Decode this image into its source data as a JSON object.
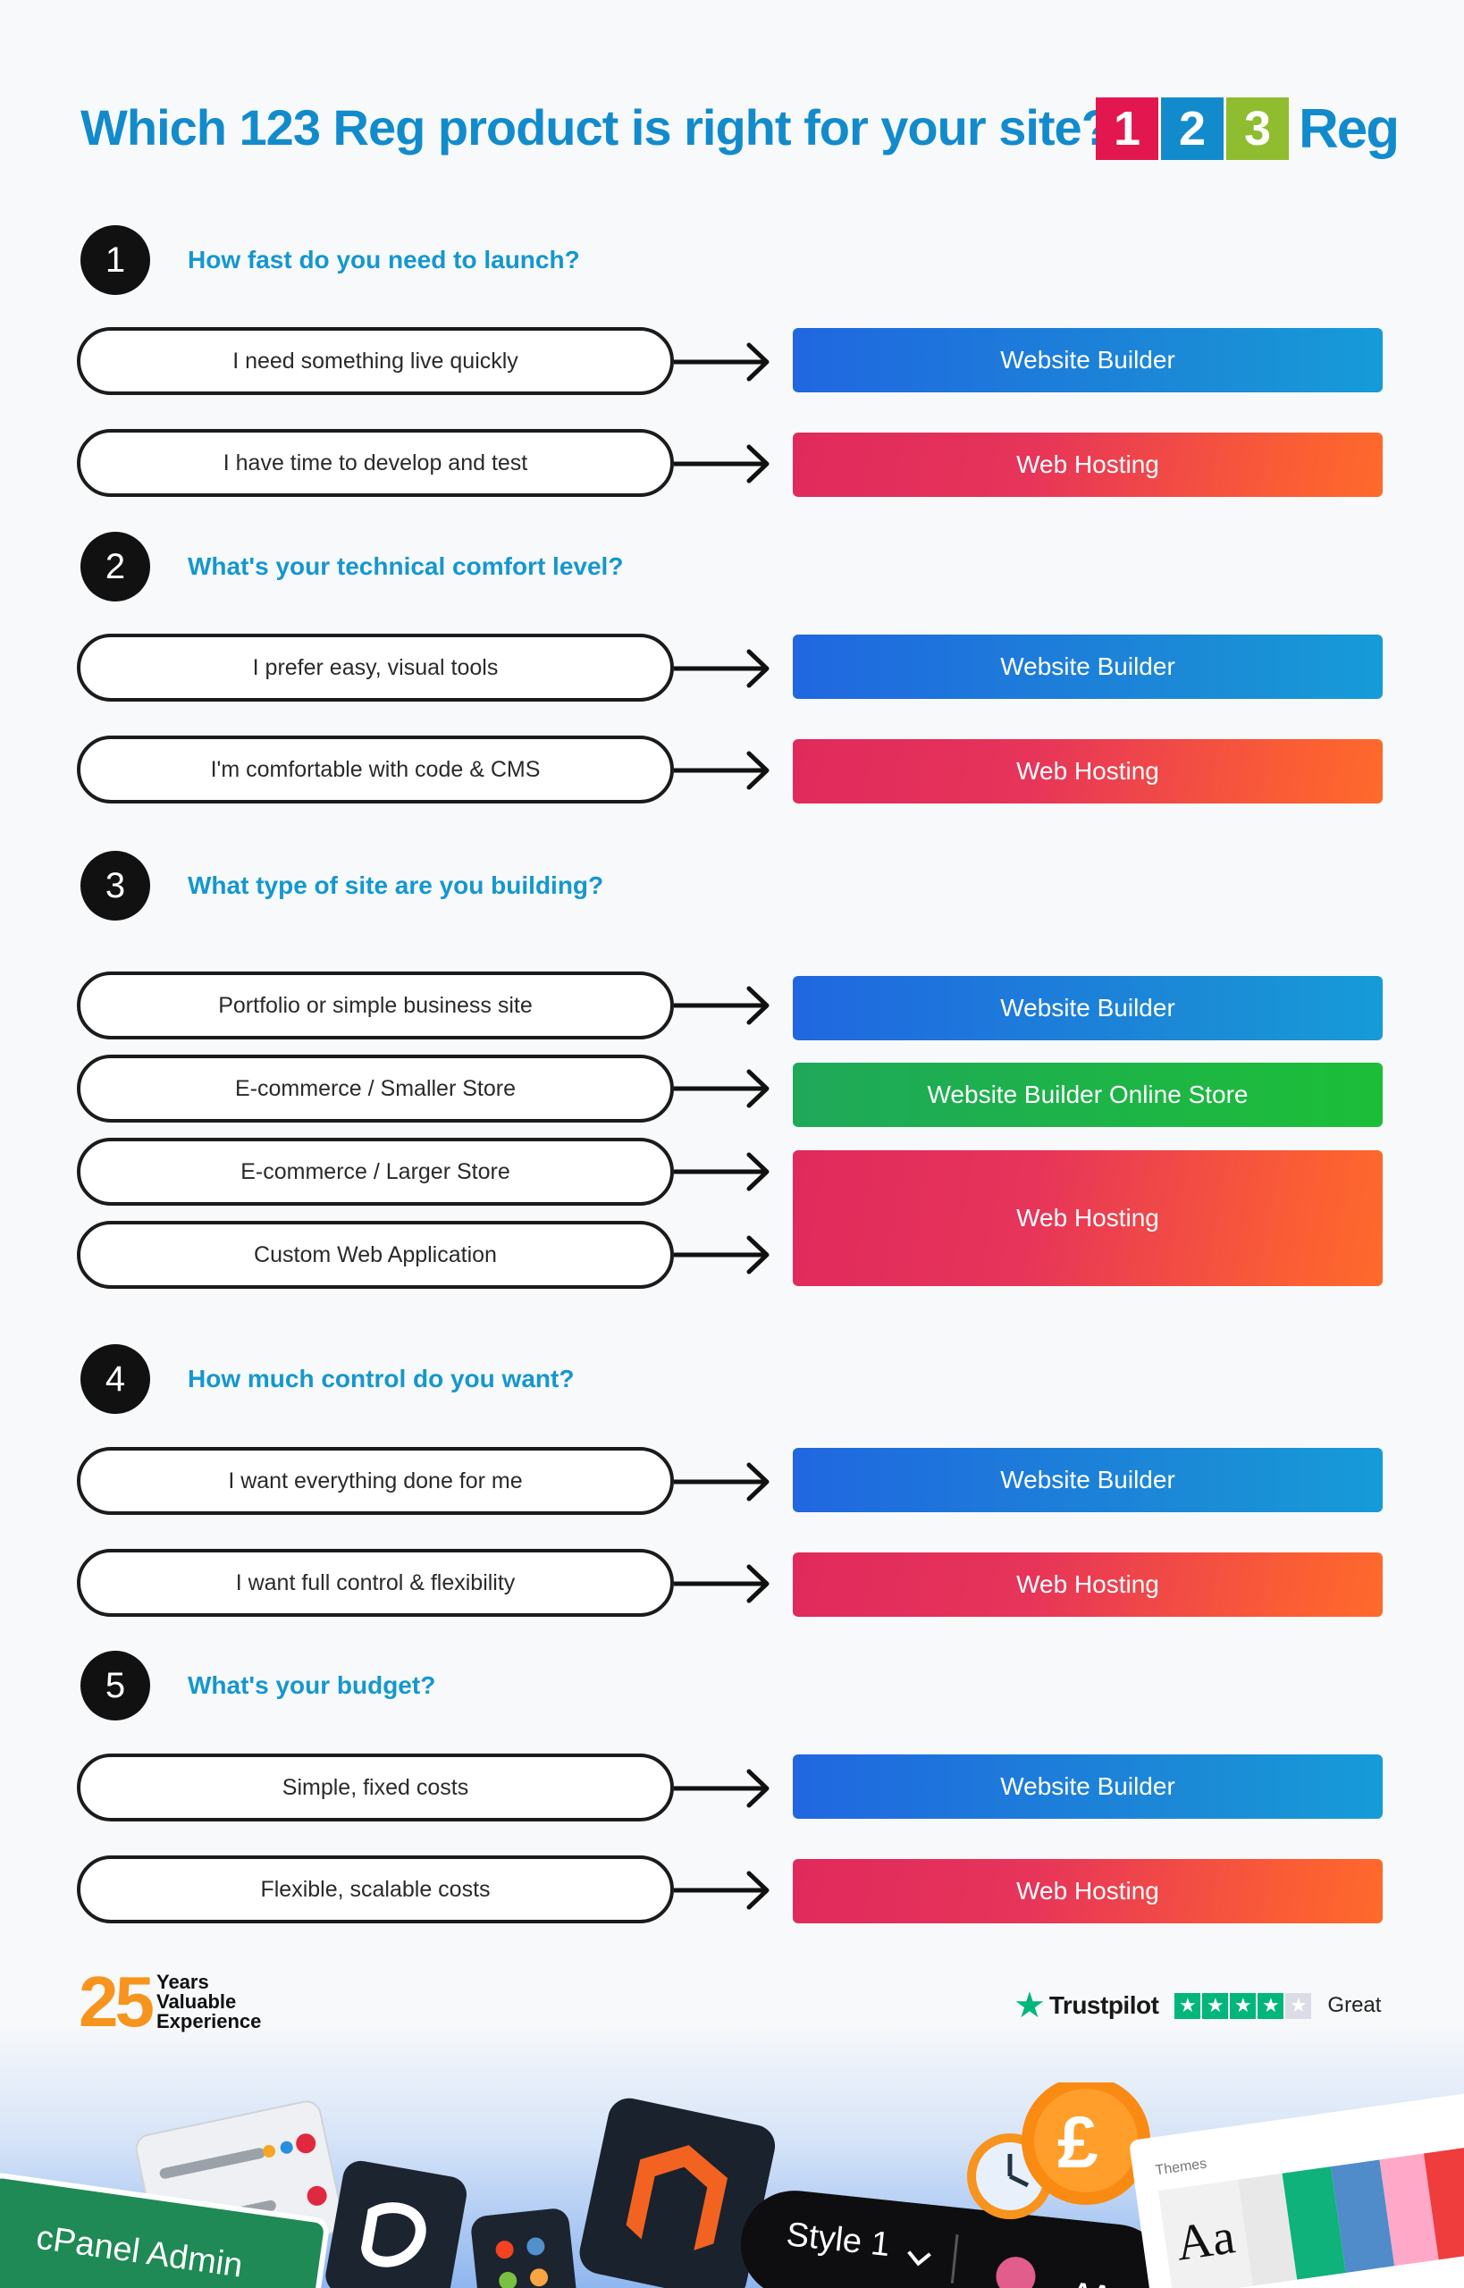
{
  "title": "Which 123 Reg product is right for your site?",
  "logo": {
    "digits": [
      "1",
      "2",
      "3"
    ],
    "digit_colors": [
      "#e3174f",
      "#128bcc",
      "#8fbd2f"
    ],
    "word": "Reg"
  },
  "colors": {
    "accent": "#1497d0",
    "blue_product": "#1e7ddd",
    "red_product": "#ef4a47",
    "green_product": "#1db44a",
    "orange": "#f7941d",
    "trustpilot": "#00b67a"
  },
  "questions": [
    {
      "number": "1",
      "text": "How fast do you need to launch?",
      "answers": [
        {
          "label": "I need something live quickly",
          "product": "Website Builder"
        },
        {
          "label": "I have time to develop and test",
          "product": "Web Hosting"
        }
      ]
    },
    {
      "number": "2",
      "text": "What's your technical comfort level?",
      "answers": [
        {
          "label": "I prefer easy, visual tools",
          "product": "Website Builder"
        },
        {
          "label": "I'm comfortable with code & CMS",
          "product": "Web Hosting"
        }
      ]
    },
    {
      "number": "3",
      "text": "What type of site are you building?",
      "answers": [
        {
          "label": "Portfolio or simple business site",
          "product": "Website Builder"
        },
        {
          "label": "E-commerce / Smaller Store",
          "product": "Website Builder Online Store"
        },
        {
          "label": "E-commerce / Larger Store",
          "product": "Web Hosting"
        },
        {
          "label": "Custom Web Application",
          "product": "Web Hosting"
        }
      ]
    },
    {
      "number": "4",
      "text": "How much control do you want?",
      "answers": [
        {
          "label": "I want everything done for me",
          "product": "Website Builder"
        },
        {
          "label": "I want full control & flexibility",
          "product": "Web Hosting"
        }
      ]
    },
    {
      "number": "5",
      "text": "What's your budget?",
      "answers": [
        {
          "label": "Simple, fixed costs",
          "product": "Website Builder"
        },
        {
          "label": "Flexible, scalable costs",
          "product": "Web Hosting"
        }
      ]
    }
  ],
  "badge": {
    "number": "25",
    "lines": [
      "Years",
      "Valuable",
      "Experience"
    ]
  },
  "trustpilot": {
    "name": "Trustpilot",
    "rating_label": "Great",
    "stars_filled": 4,
    "stars_total": 5
  },
  "footer": {
    "cpanel_label": "cPanel Admin",
    "style_label": "Style 1",
    "themes_label": "Themes",
    "font_sample": "Aa",
    "small_font_sample": "AA",
    "currency_symbol": "£",
    "icons": [
      "server-card-icon",
      "wordpress-like-icon",
      "joomla-icon",
      "magento-icon",
      "clock-icon",
      "pound-coin-icon",
      "color-wheel-icon"
    ]
  }
}
